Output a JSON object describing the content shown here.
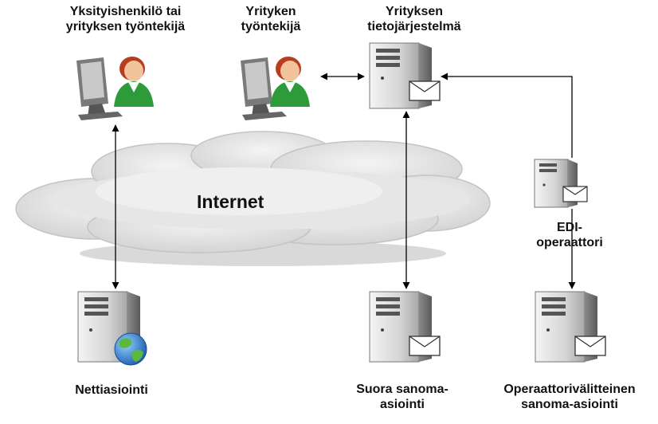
{
  "labels": {
    "person": [
      "Yksityishenkilö tai",
      "yrityksen työntekijä"
    ],
    "employee": [
      "Yrityken",
      "työntekijä"
    ],
    "company_system": [
      "Yrityksen",
      "tietojärjestelmä"
    ],
    "internet": "Internet",
    "edi_operator": [
      "EDI-",
      "operaattori"
    ],
    "web_service": "Nettiasiointi",
    "direct_messaging": [
      "Suora sanoma-",
      "asiointi"
    ],
    "operator_messaging": [
      "Operaattorivälitteinen",
      "sanoma-asiointi"
    ]
  },
  "colors": {
    "cloud": "#dcdcdc",
    "cloud_outline": "#b8b8b8",
    "arrow": "#000000",
    "server_body": "#d9d9d9",
    "server_dark": "#555555",
    "person_shirt": "#2e9b3a",
    "person_hair": "#b83c1e",
    "person_skin": "#f2c49b",
    "monitor": "#6f6f6f",
    "globe_ocean": "#2a7fd4",
    "globe_land": "#5cb83b"
  }
}
